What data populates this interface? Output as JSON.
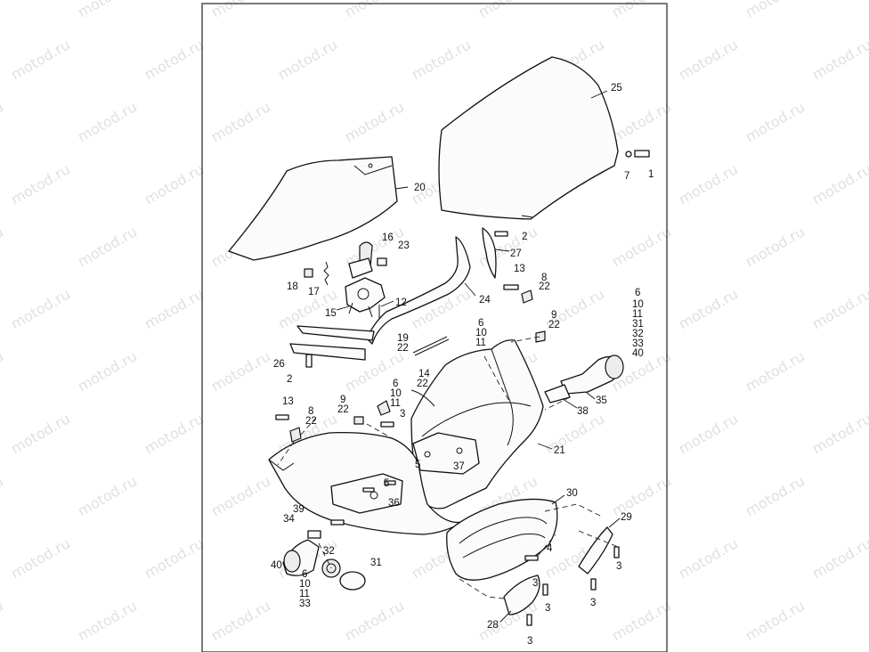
{
  "watermark": "motod.ru",
  "callouts": [
    {
      "id": "25",
      "text": "25"
    },
    {
      "id": "7",
      "text": "7"
    },
    {
      "id": "1",
      "text": "1"
    },
    {
      "id": "20",
      "text": "20"
    },
    {
      "id": "16",
      "text": "16"
    },
    {
      "id": "23",
      "text": "23"
    },
    {
      "id": "18",
      "text": "18"
    },
    {
      "id": "17",
      "text": "17"
    },
    {
      "id": "12",
      "text": "12"
    },
    {
      "id": "15",
      "text": "15"
    },
    {
      "id": "2a",
      "text": "2"
    },
    {
      "id": "27",
      "text": "27"
    },
    {
      "id": "13a",
      "text": "13"
    },
    {
      "id": "8a",
      "text": "8"
    },
    {
      "id": "22a",
      "text": "22"
    },
    {
      "id": "24",
      "text": "24"
    },
    {
      "id": "6a",
      "text": "6"
    },
    {
      "id": "10a",
      "text": "10"
    },
    {
      "id": "11a",
      "text": "11"
    },
    {
      "id": "31a",
      "text": "31"
    },
    {
      "id": "32a",
      "text": "32"
    },
    {
      "id": "33a",
      "text": "33"
    },
    {
      "id": "40a",
      "text": "40"
    },
    {
      "id": "6b",
      "text": "6"
    },
    {
      "id": "10b",
      "text": "10"
    },
    {
      "id": "11b",
      "text": "11"
    },
    {
      "id": "9a",
      "text": "9"
    },
    {
      "id": "22b",
      "text": "22"
    },
    {
      "id": "19",
      "text": "19"
    },
    {
      "id": "22c",
      "text": "22"
    },
    {
      "id": "26",
      "text": "26"
    },
    {
      "id": "2b",
      "text": "2"
    },
    {
      "id": "14",
      "text": "14"
    },
    {
      "id": "22d",
      "text": "22"
    },
    {
      "id": "6c",
      "text": "6"
    },
    {
      "id": "10c",
      "text": "10"
    },
    {
      "id": "11c",
      "text": "11"
    },
    {
      "id": "35",
      "text": "35"
    },
    {
      "id": "38",
      "text": "38"
    },
    {
      "id": "13b",
      "text": "13"
    },
    {
      "id": "8b",
      "text": "8"
    },
    {
      "id": "22e",
      "text": "22"
    },
    {
      "id": "9b",
      "text": "9"
    },
    {
      "id": "22f",
      "text": "22"
    },
    {
      "id": "3a",
      "text": "3"
    },
    {
      "id": "21",
      "text": "21"
    },
    {
      "id": "5a",
      "text": "5"
    },
    {
      "id": "37",
      "text": "37"
    },
    {
      "id": "5b",
      "text": "5"
    },
    {
      "id": "36",
      "text": "36"
    },
    {
      "id": "30",
      "text": "30"
    },
    {
      "id": "39",
      "text": "39"
    },
    {
      "id": "34",
      "text": "34"
    },
    {
      "id": "29",
      "text": "29"
    },
    {
      "id": "4",
      "text": "4"
    },
    {
      "id": "32b",
      "text": "32"
    },
    {
      "id": "31b",
      "text": "31"
    },
    {
      "id": "40b",
      "text": "40"
    },
    {
      "id": "6d",
      "text": "6"
    },
    {
      "id": "10d",
      "text": "10"
    },
    {
      "id": "11d",
      "text": "11"
    },
    {
      "id": "33b",
      "text": "33"
    },
    {
      "id": "3b",
      "text": "3"
    },
    {
      "id": "3c",
      "text": "3"
    },
    {
      "id": "3d",
      "text": "3"
    },
    {
      "id": "3e",
      "text": "3"
    },
    {
      "id": "28",
      "text": "28"
    },
    {
      "id": "3f",
      "text": "3"
    }
  ]
}
